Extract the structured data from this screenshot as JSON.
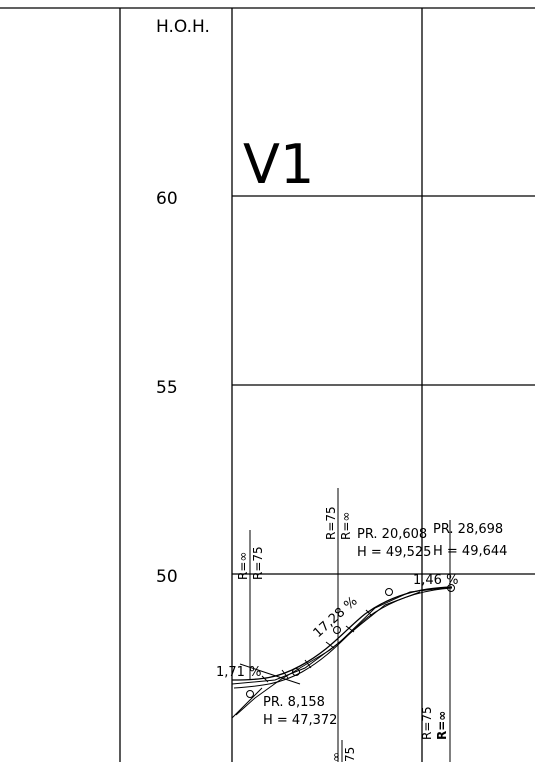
{
  "profile": {
    "elevation_header": "H.O.H.",
    "title": "V1",
    "elevation_labels": [
      "60",
      "55",
      "50"
    ],
    "grades": [
      "1,71 %",
      "17,28 %",
      "1,46 %"
    ],
    "points": [
      {
        "station_label": "PR. 8,158",
        "height_label": "H = 47,372"
      },
      {
        "station_label": "PR. 20,608",
        "height_label": "H = 49,525"
      },
      {
        "station_label": "PR. 28,698",
        "height_label": "H = 49,644"
      }
    ],
    "radii": [
      "R=∞",
      "R=75",
      "R=75",
      "R=∞",
      "R=75",
      "R=∞",
      "∞",
      "75"
    ]
  }
}
